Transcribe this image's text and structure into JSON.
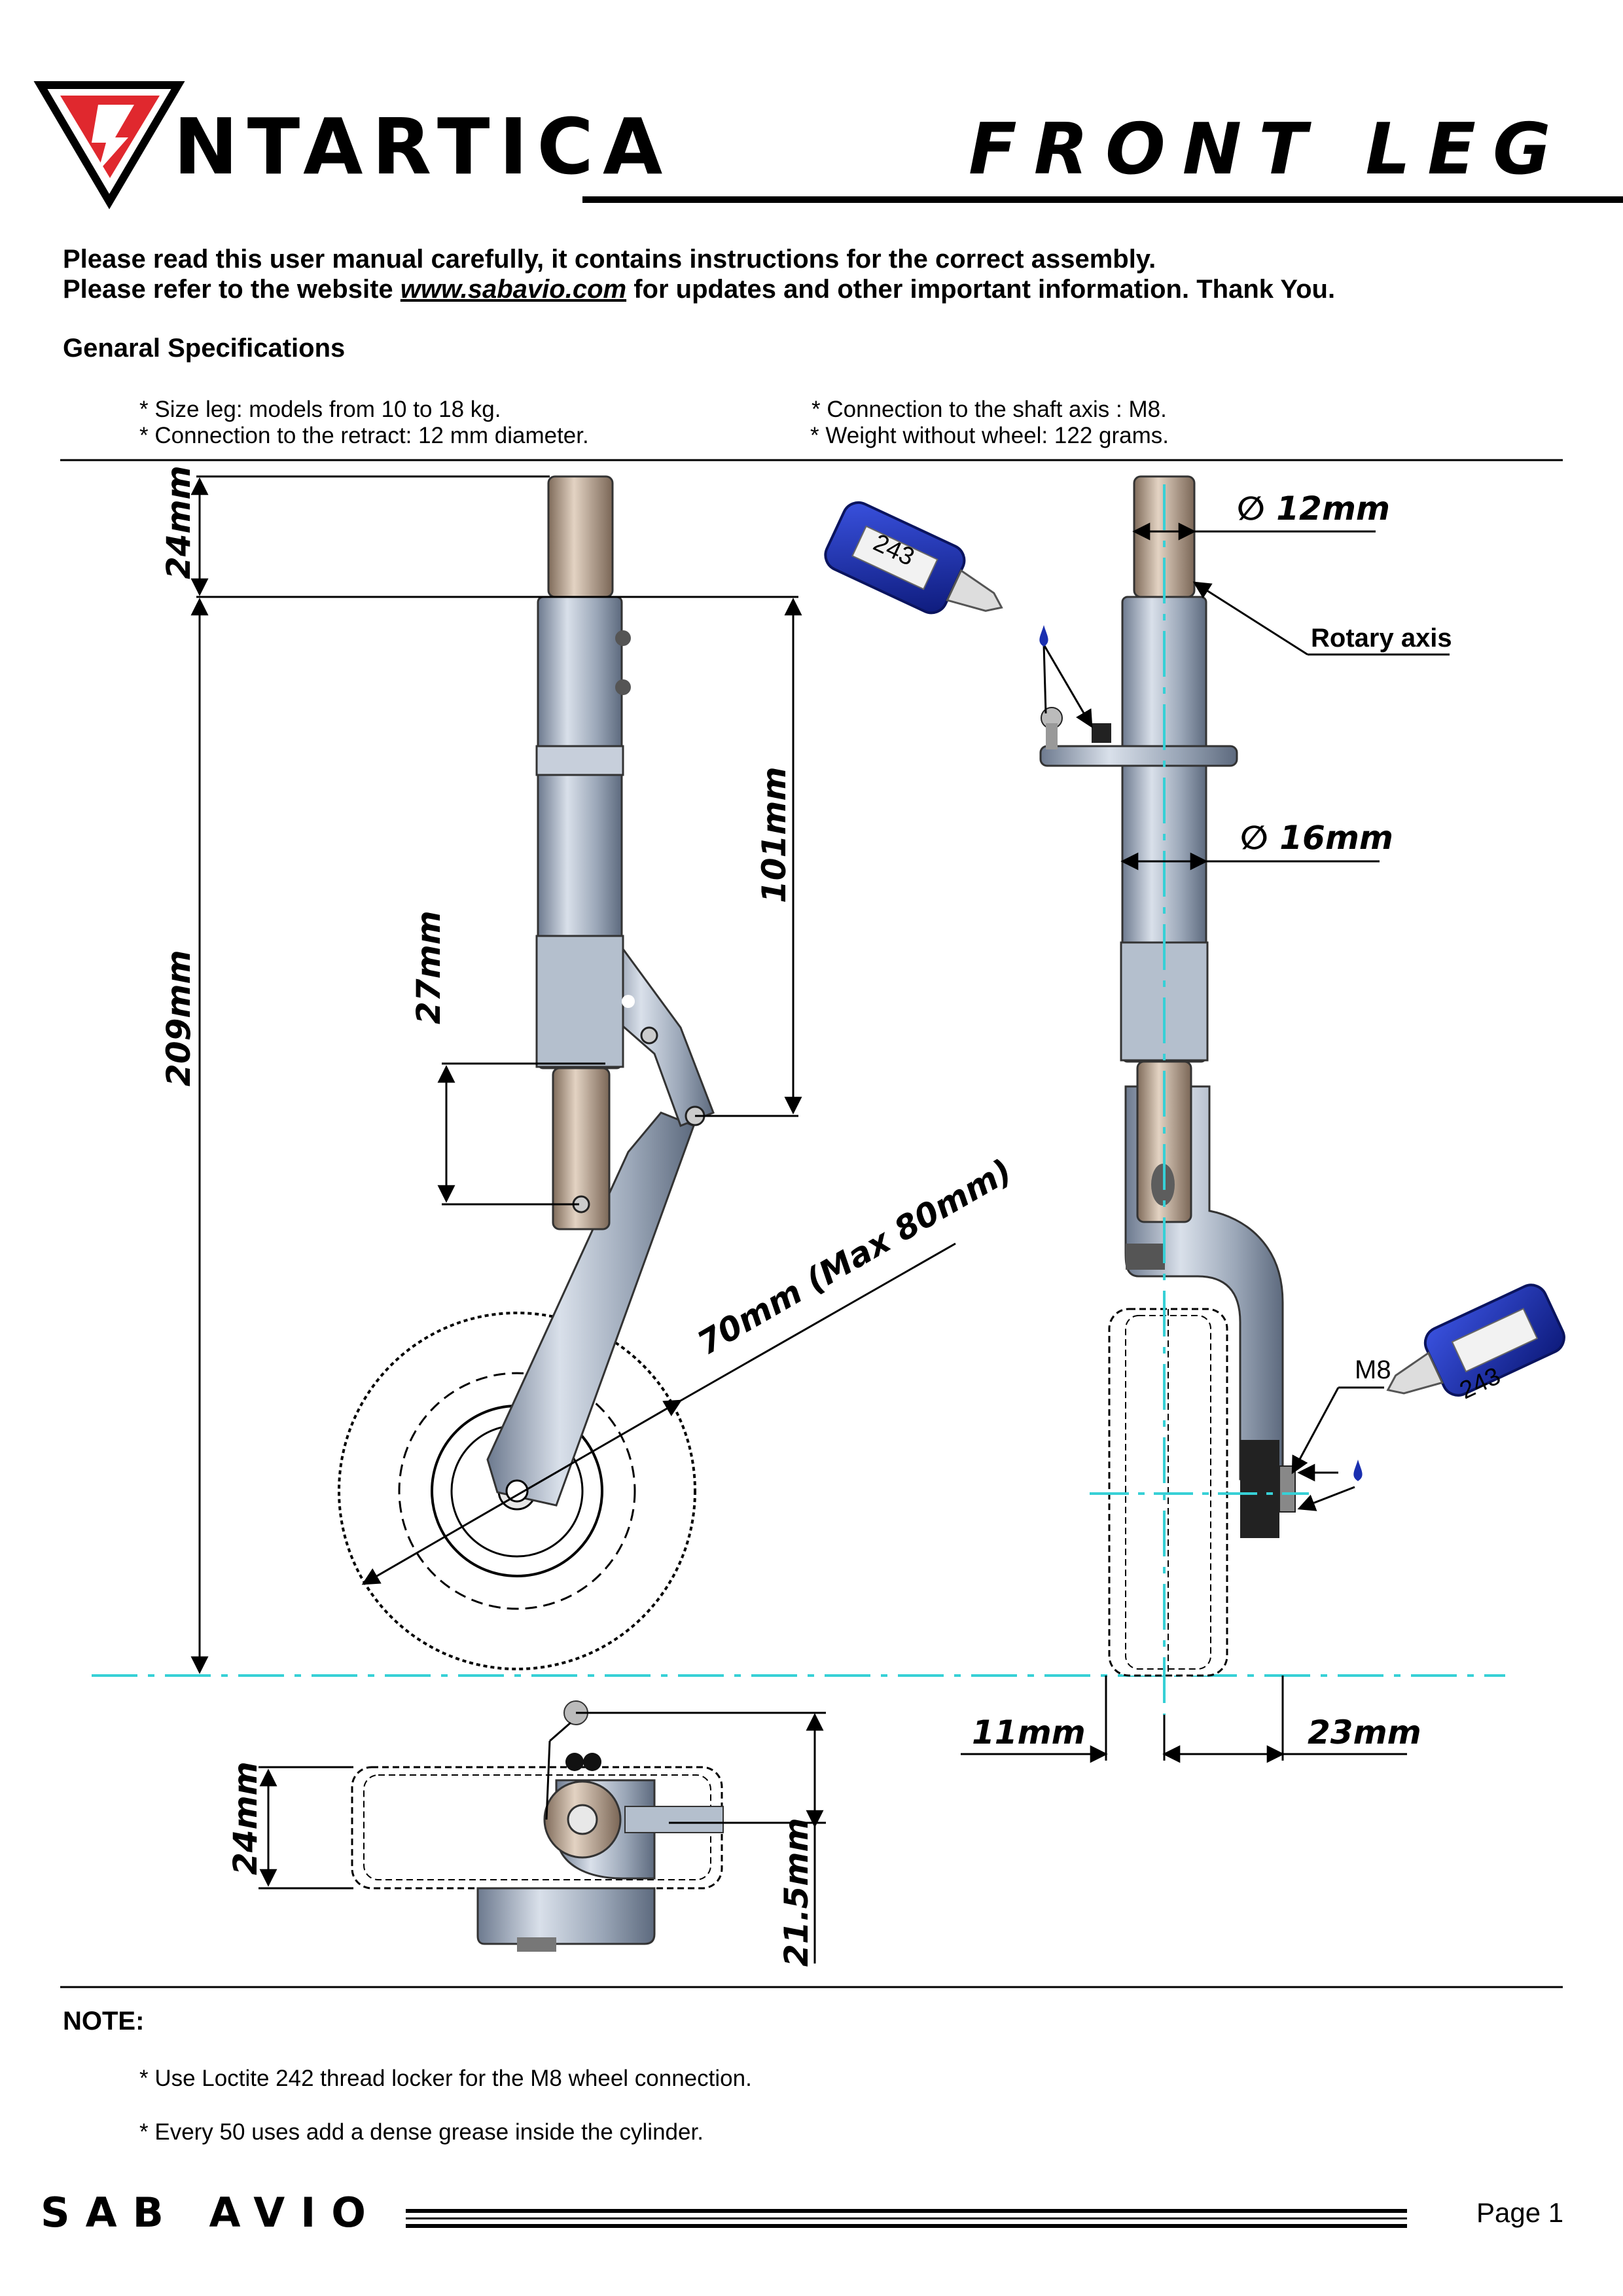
{
  "header": {
    "logo_text": "NTARTICA",
    "title": "FRONT LEG"
  },
  "intro": {
    "line1": "Please read this user manual carefully, it contains instructions for the correct assembly.",
    "line2_prefix": "Please refer to the website",
    "website": "www.sabavio.com",
    "line2_suffix": "for updates and other important information. Thank You."
  },
  "specs": {
    "heading": "Genaral Specifications",
    "items": [
      "* Size leg: models from 10 to 18 kg.",
      "* Connection to the retract: 12 mm diameter.",
      "* Connection to the shaft axis : M8.",
      "* Weight without wheel: 122 grams."
    ]
  },
  "drawing": {
    "dim_24_top": "24mm",
    "dim_209": "209mm",
    "dim_101": "101mm",
    "dim_27": "27mm",
    "dim_70": "70mm (Max 80mm)",
    "dim_d12": "12mm",
    "dim_d16": "16mm",
    "rotary_axis": "Rotary axis",
    "m8": "M8",
    "bottle_label": "243",
    "dim_11": "11mm",
    "dim_23": "23mm",
    "dim_24_bottom": "24mm",
    "dim_21_5": "21.5mm"
  },
  "notes": {
    "heading": "NOTE:",
    "items": [
      "* Use Loctite 242 thread locker for the M8 wheel connection.",
      "* Every 50 uses add a dense grease inside the cylinder."
    ]
  },
  "footer": {
    "brand": "SAB AVIO",
    "page": "Page 1"
  },
  "colors": {
    "logo_red": "#e0282e",
    "bottle_blue": "#1a2fb0",
    "centerline_cyan": "#37d0d6",
    "leg_metal": "#a9b4c4",
    "bronze": "#b19a84"
  }
}
